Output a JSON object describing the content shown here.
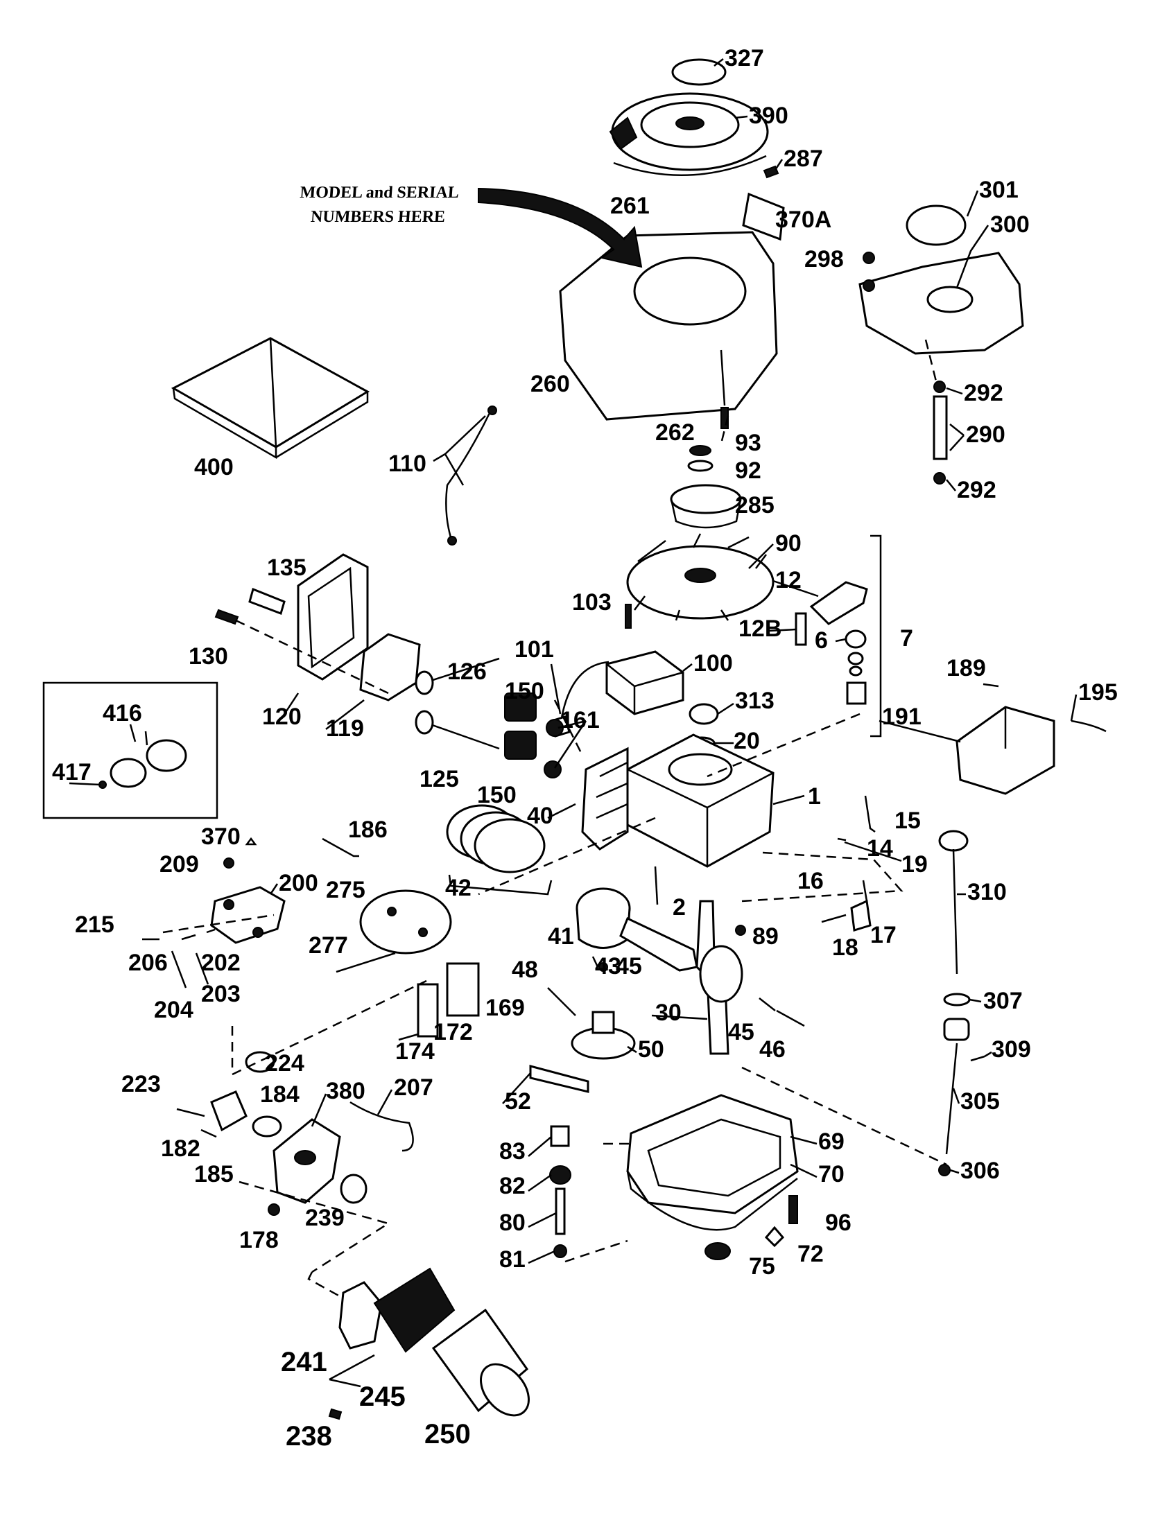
{
  "note": {
    "line1": "MODEL and SERIAL",
    "line2": "NUMBERS HERE"
  },
  "labels": {
    "p1": "1",
    "p2": "2",
    "p6": "6",
    "p7": "7",
    "p12": "12",
    "p12b": "12B",
    "p14": "14",
    "p15": "15",
    "p16": "16",
    "p17": "17",
    "p18": "18",
    "p19": "19",
    "p20": "20",
    "p30": "30",
    "p40": "40",
    "p41": "41",
    "p42": "42",
    "p43": "43",
    "p45a": "45",
    "p45b": "45",
    "p46": "46",
    "p48": "48",
    "p50": "50",
    "p52": "52",
    "p69": "69",
    "p70": "70",
    "p72": "72",
    "p75": "75",
    "p80": "80",
    "p81": "81",
    "p82": "82",
    "p83": "83",
    "p89": "89",
    "p90": "90",
    "p92": "92",
    "p93": "93",
    "p96": "96",
    "p100": "100",
    "p101": "101",
    "p103": "103",
    "p110": "110",
    "p119": "119",
    "p120": "120",
    "p125": "125",
    "p126": "126",
    "p130": "130",
    "p135": "135",
    "p150a": "150",
    "p150b": "150",
    "p161": "161",
    "p169": "169",
    "p172": "172",
    "p174": "174",
    "p178": "178",
    "p182": "182",
    "p184": "184",
    "p185": "185",
    "p186": "186",
    "p189": "189",
    "p191": "191",
    "p195": "195",
    "p200": "200",
    "p202": "202",
    "p203": "203",
    "p204": "204",
    "p206": "206",
    "p207": "207",
    "p209": "209",
    "p215": "215",
    "p223": "223",
    "p224": "224",
    "p238": "238",
    "p239": "239",
    "p241": "241",
    "p245": "245",
    "p250": "250",
    "p260": "260",
    "p261": "261",
    "p262": "262",
    "p275": "275",
    "p277": "277",
    "p285": "285",
    "p287": "287",
    "p290": "290",
    "p292a": "292",
    "p292b": "292",
    "p298": "298",
    "p300": "300",
    "p301": "301",
    "p305": "305",
    "p306": "306",
    "p307": "307",
    "p309": "309",
    "p310": "310",
    "p313": "313",
    "p327": "327",
    "p370": "370",
    "p370a": "370A",
    "p380": "380",
    "p390": "390",
    "p400": "400",
    "p416": "416",
    "p417": "417"
  },
  "colors": {
    "ink": "#000000",
    "paper": "#ffffff"
  }
}
